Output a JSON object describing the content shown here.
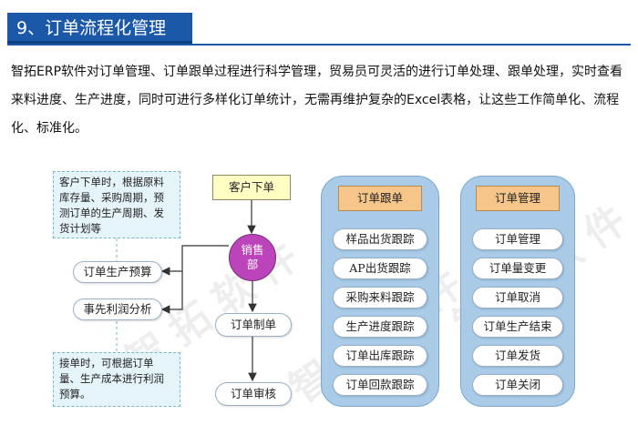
{
  "header": {
    "title": "9、订单流程化管理"
  },
  "intro": "智拓ERP软件对订单管理、订单跟单过程进行科学管理，贸易员可灵活的进行订单处理、跟单处理，实时查看来料进度、生产进度，同时可进行多样化订单统计，无需再维护复杂的Excel表格，让这些工作简单化、流程化、标准化。",
  "flow": {
    "note_top": "客户下单时，根据原料库存量、采购周期，预测订单的生产周期、发货计划等",
    "note_bottom": "接单时，可根据订单量、生产成本进行利润预算。",
    "left_pills": [
      "订单生产预算",
      "事先利润分析"
    ],
    "start": "客户下单",
    "circle_line1": "销售",
    "circle_line2": "部",
    "steps": [
      "订单制单",
      "订单审核"
    ]
  },
  "panels": [
    {
      "title": "订单跟单",
      "items": [
        "样品出货跟踪",
        "AP出货跟踪",
        "采购来料跟踪",
        "生产进度跟踪",
        "订单出库跟踪",
        "订单回款跟踪"
      ]
    },
    {
      "title": "订单管理",
      "items": [
        "订单管理",
        "订单量变更",
        "订单取消",
        "订单生产结束",
        "订单发货",
        "订单关闭"
      ]
    }
  ],
  "watermark": "智拓软件",
  "colors": {
    "title_bg": "#1c58a8",
    "note_bg": "#e4f4f9",
    "yellow_box": "#ffffc4",
    "circle": "#bb44bb",
    "panel_bg": "#a9cbe8",
    "panel_title": "#f5c58a"
  }
}
